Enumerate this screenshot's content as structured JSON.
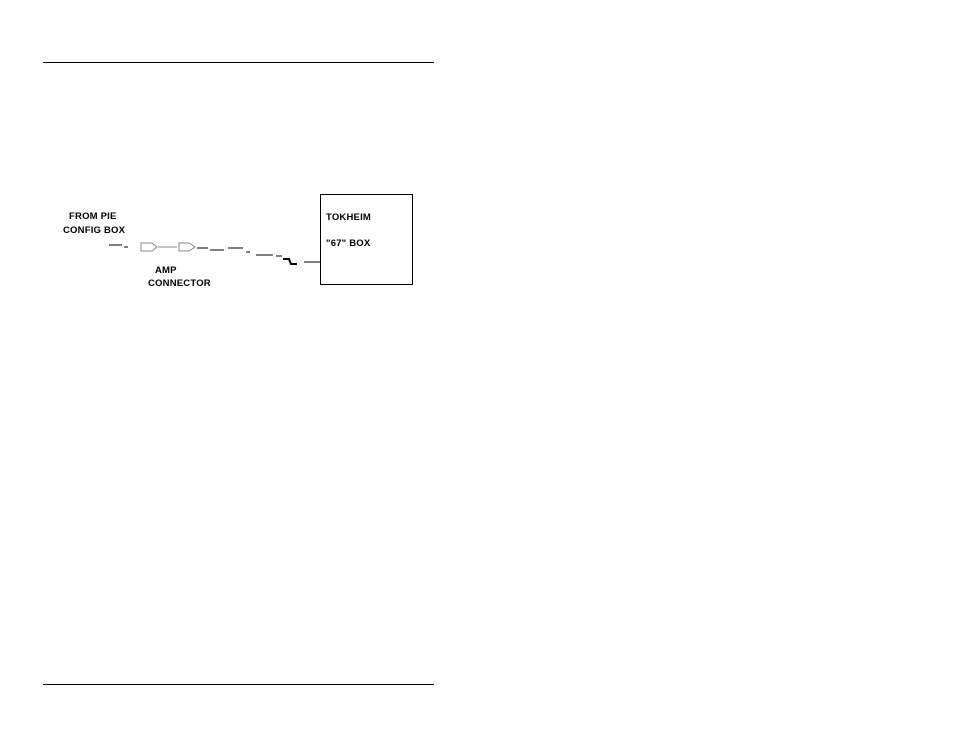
{
  "diagram": {
    "source_label_line1": "FROM PIE",
    "source_label_line2": "CONFIG BOX",
    "connector_label_line1": "AMP",
    "connector_label_line2": "CONNECTOR",
    "box_label_line1": "TOKHEIM",
    "box_label_line2": "\"67\" BOX"
  }
}
